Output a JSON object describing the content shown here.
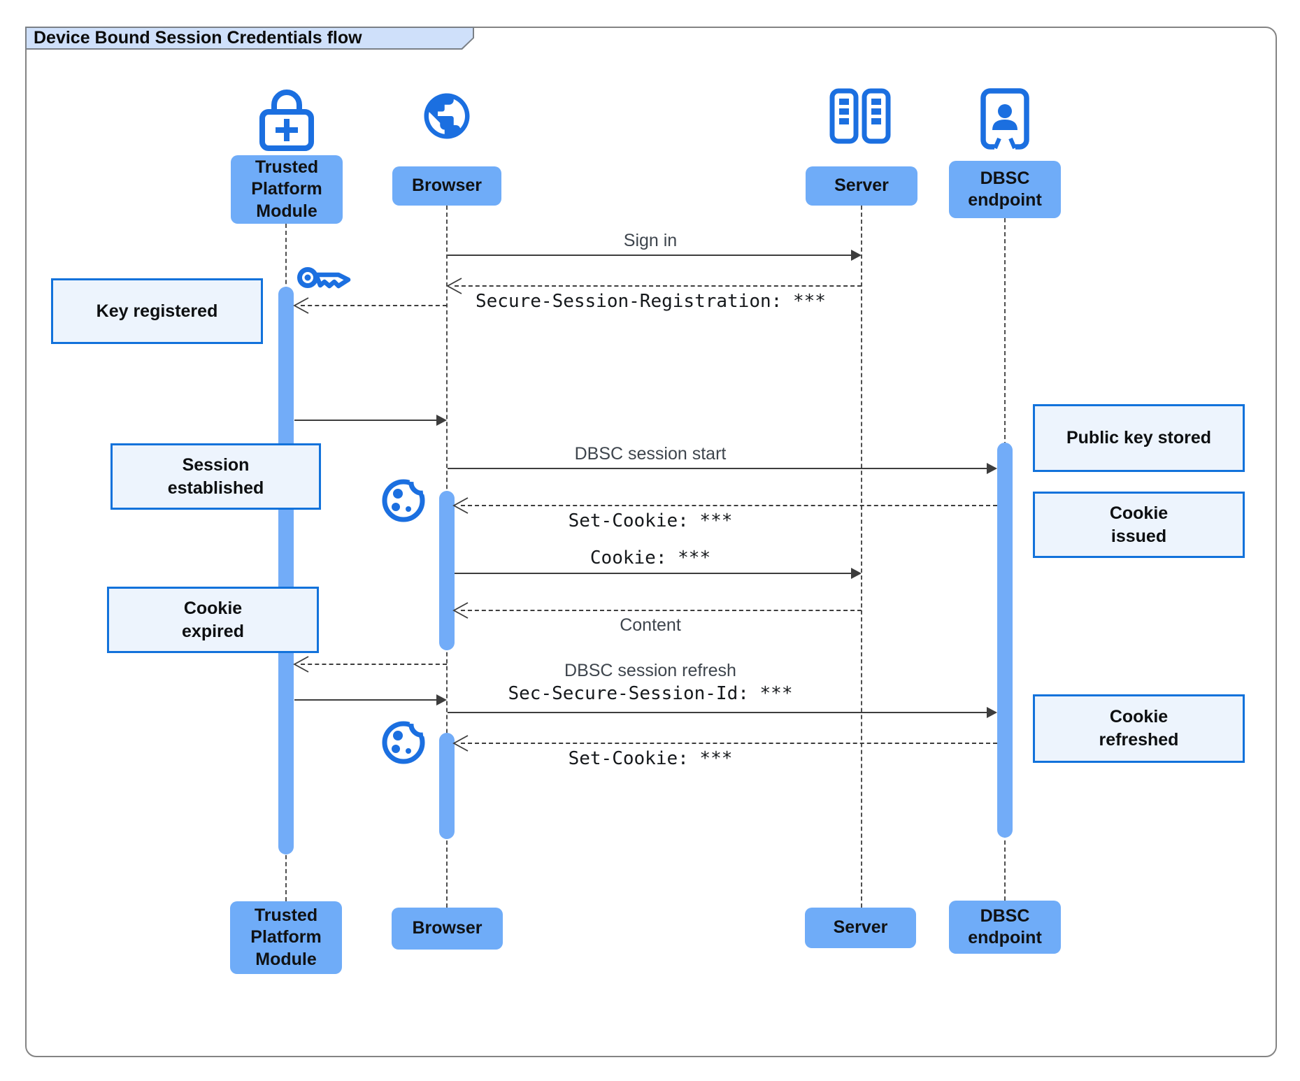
{
  "title": "Device Bound Session Credentials flow",
  "diagram_type": "sequence-diagram",
  "colors": {
    "icon_blue": "#1B6FE0",
    "actor_label_fill": "#6FACF8",
    "activation_bar_fill": "#72ACF8",
    "note_fill": "#EDF4FD",
    "note_border": "#1272DB",
    "title_tab_fill": "#CFE0FA",
    "frame_border": "#848484",
    "arrow_color": "#3D3D3D"
  },
  "actors": [
    {
      "label": "Trusted\nPlatform\nModule",
      "icon": "lock-plus-icon"
    },
    {
      "label": "Browser",
      "icon": "globe-icon"
    },
    {
      "label": "Server",
      "icon": "server-rack-icon"
    },
    {
      "label": "DBSC\nendpoint",
      "icon": "door-person-icon"
    }
  ],
  "messages": [
    {
      "from": "Browser",
      "to": "Server",
      "style": "solid",
      "label": "Sign in"
    },
    {
      "from": "Server",
      "to": "Browser",
      "style": "dashed",
      "label": "Secure-Session-Registration: ***"
    },
    {
      "from": "Browser",
      "to": "Trusted Platform Module",
      "style": "dashed",
      "label": ""
    },
    {
      "from": "Trusted Platform Module",
      "to": "Browser",
      "style": "solid",
      "label": ""
    },
    {
      "from": "Browser",
      "to": "DBSC endpoint",
      "style": "solid",
      "label": "DBSC session start"
    },
    {
      "from": "DBSC endpoint",
      "to": "Browser",
      "style": "dashed",
      "label": "Set-Cookie: ***"
    },
    {
      "from": "Browser",
      "to": "Server",
      "style": "solid",
      "label": "Cookie: ***"
    },
    {
      "from": "Server",
      "to": "Browser",
      "style": "dashed",
      "label": "Content"
    },
    {
      "from": "Browser",
      "to": "Trusted Platform Module",
      "style": "dashed",
      "label": ""
    },
    {
      "from": "Trusted Platform Module",
      "to": "Browser",
      "style": "solid",
      "label": ""
    },
    {
      "from": "Browser",
      "to": "DBSC endpoint",
      "style": "solid",
      "label": "DBSC session refresh",
      "label2": "Sec-Secure-Session-Id: ***"
    },
    {
      "from": "DBSC endpoint",
      "to": "Browser",
      "style": "dashed",
      "label": "Set-Cookie: ***"
    }
  ],
  "notes": [
    {
      "side": "left",
      "label": "Key registered"
    },
    {
      "side": "left",
      "label": "Session\nestablished"
    },
    {
      "side": "left",
      "label": "Cookie\nexpired"
    },
    {
      "side": "right",
      "label": "Public key stored"
    },
    {
      "side": "right",
      "label": "Cookie\nissued"
    },
    {
      "side": "right",
      "label": "Cookie\nrefreshed"
    }
  ]
}
